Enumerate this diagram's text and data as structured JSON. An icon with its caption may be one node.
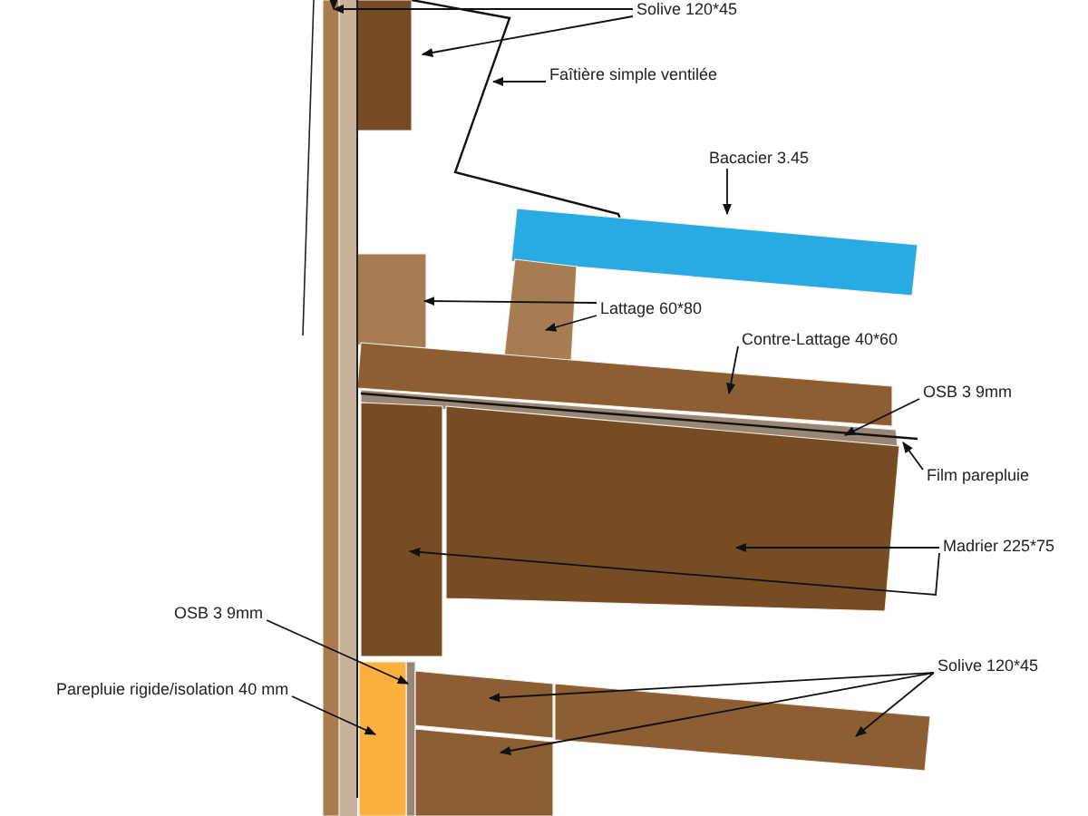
{
  "diagram": {
    "nodes": [
      {
        "text": [
          "Solive 120*45"
        ]
      },
      {
        "text": [],
        "shape": "bar"
      },
      {
        "text": [],
        "shape": "box"
      },
      {
        "text": [
          "Faîtière simple ventilée"
        ]
      },
      {
        "text": [],
        "shape": "line"
      },
      {
        "text": [
          "Bacacier 3.45"
        ]
      },
      {
        "text": [],
        "shape": "bar"
      },
      {
        "text": [
          "Lattage 60*80"
        ]
      },
      {
        "text": [],
        "shape": "box"
      },
      {
        "text": [],
        "shape": "box"
      },
      {
        "text": [
          "Contre-Lattage 40*60"
        ]
      },
      {
        "text": [],
        "shape": "bar"
      },
      {
        "text": [
          "OSB 3 9mm"
        ]
      },
      {
        "text": [],
        "shape": "bar"
      },
      {
        "text": [
          "Film parepluie"
        ]
      },
      {
        "text": [],
        "shape": "line"
      },
      {
        "text": [
          "Madrier 225*75"
        ]
      },
      {
        "text": [],
        "shape": "box"
      },
      {
        "text": [],
        "shape": "box"
      },
      {
        "text": [
          "OSB 3 9mm"
        ]
      },
      {
        "text": [],
        "shape": "bar"
      },
      {
        "text": [
          "Parepluie rigide/isolation 40 mm"
        ]
      },
      {
        "text": [],
        "shape": "box"
      },
      {
        "text": [
          "Solive 120*45"
        ]
      },
      {
        "text": [],
        "shape": "box"
      },
      {
        "text": [],
        "shape": "box"
      },
      {
        "text": [],
        "shape": "box"
      }
    ],
    "edges": [
      {
        "from": 0,
        "to": 1,
        "arrow": "to"
      },
      {
        "from": 0,
        "to": 2,
        "arrow": "to"
      },
      {
        "from": 3,
        "to": 4,
        "arrow": "to"
      },
      {
        "from": 5,
        "to": 6,
        "arrow": "to"
      },
      {
        "from": 7,
        "to": 8,
        "arrow": "to"
      },
      {
        "from": 7,
        "to": 9,
        "arrow": "to"
      },
      {
        "from": 10,
        "to": 11,
        "arrow": "to"
      },
      {
        "from": 12,
        "to": 13,
        "arrow": "to"
      },
      {
        "from": 14,
        "to": 15,
        "arrow": "to"
      },
      {
        "from": 16,
        "to": 17,
        "arrow": "to"
      },
      {
        "from": 16,
        "to": 18,
        "arrow": "to"
      },
      {
        "from": 19,
        "to": 20,
        "arrow": "to"
      },
      {
        "from": 21,
        "to": 22,
        "arrow": "to"
      },
      {
        "from": 23,
        "to": 24,
        "arrow": "to"
      },
      {
        "from": 23,
        "to": 25,
        "arrow": "to"
      },
      {
        "from": 23,
        "to": 26,
        "arrow": "to"
      },
      {
        "from": null,
        "to": 1,
        "arrow": "to"
      }
    ]
  }
}
